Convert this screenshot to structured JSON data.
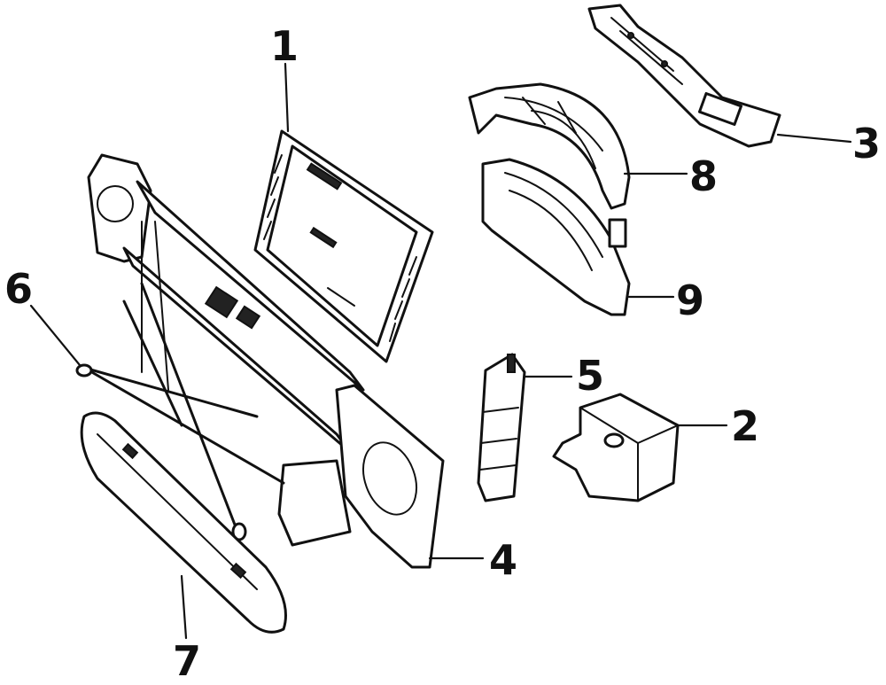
{
  "callouts": {
    "radiator": "1",
    "coolant_reservoir": "2",
    "upper_baffle": "3",
    "radiator_support": "4",
    "side_baffle": "5",
    "support_brace": "6",
    "lower_air_deflector": "7",
    "upper_fan_shroud": "8",
    "lower_fan_shroud": "9"
  }
}
